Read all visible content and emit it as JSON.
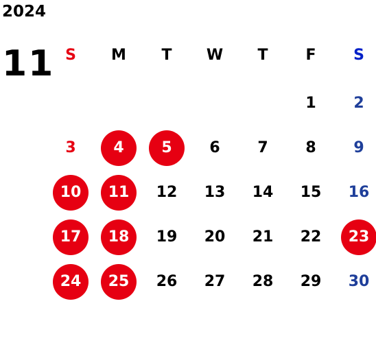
{
  "year": "2024",
  "month": "11",
  "colors": {
    "text": "#000000",
    "sunday": "#e60012",
    "saturday": "#0020c8",
    "saturday_day": "#1f3f9a",
    "holiday_circle": "#e60012",
    "holiday_text": "#ffffff"
  },
  "weekdays": [
    "S",
    "M",
    "T",
    "W",
    "T",
    "F",
    "S"
  ],
  "weeks": [
    [
      null,
      null,
      null,
      null,
      null,
      {
        "d": "1"
      },
      {
        "d": "2"
      }
    ],
    [
      {
        "d": "3"
      },
      {
        "d": "4",
        "h": true
      },
      {
        "d": "5",
        "h": true
      },
      {
        "d": "6"
      },
      {
        "d": "7"
      },
      {
        "d": "8"
      },
      {
        "d": "9"
      }
    ],
    [
      {
        "d": "10",
        "h": true
      },
      {
        "d": "11",
        "h": true
      },
      {
        "d": "12"
      },
      {
        "d": "13"
      },
      {
        "d": "14"
      },
      {
        "d": "15"
      },
      {
        "d": "16"
      }
    ],
    [
      {
        "d": "17",
        "h": true
      },
      {
        "d": "18",
        "h": true
      },
      {
        "d": "19"
      },
      {
        "d": "20"
      },
      {
        "d": "21"
      },
      {
        "d": "22"
      },
      {
        "d": "23",
        "h": true
      }
    ],
    [
      {
        "d": "24",
        "h": true
      },
      {
        "d": "25",
        "h": true
      },
      {
        "d": "26"
      },
      {
        "d": "27"
      },
      {
        "d": "28"
      },
      {
        "d": "29"
      },
      {
        "d": "30"
      }
    ]
  ]
}
